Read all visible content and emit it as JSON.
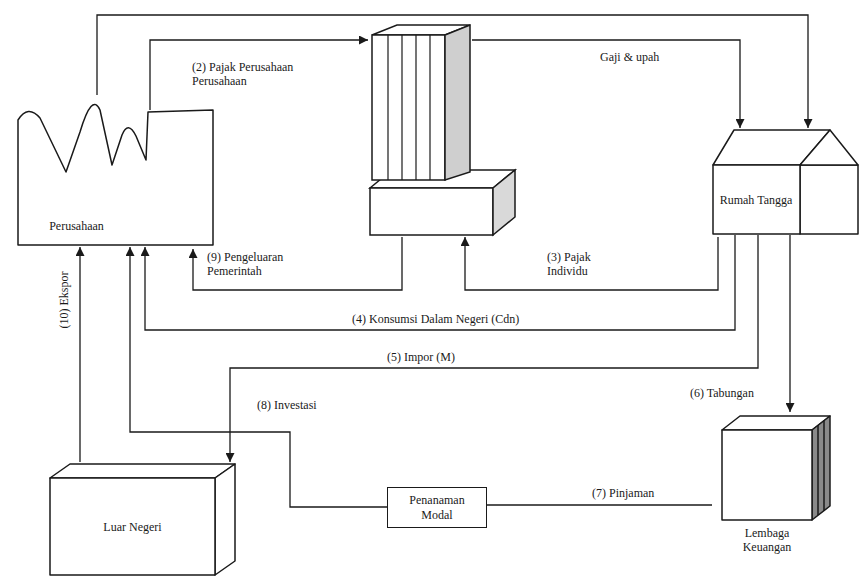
{
  "diagram": {
    "nodes": [
      {
        "text": [
          "Perusahaan"
        ]
      },
      {
        "text": [
          "Rumah Tangga"
        ]
      },
      {
        "text": [
          "Luar Negeri"
        ]
      },
      {
        "text": [
          "Penanaman Modal"
        ]
      },
      {
        "text": [
          "Lembaga Keuangan"
        ]
      }
    ],
    "edges": [
      {
        "from": 0,
        "to": 1,
        "arrow": "to"
      },
      {
        "from": 1,
        "to": 0,
        "label": "(4) Konsumsi Dalam Negeri (Cdn)",
        "arrow": "to"
      },
      {
        "from": 1,
        "to": 2,
        "label": "(5) Impor (M)",
        "arrow": "to"
      },
      {
        "from": 1,
        "to": 4,
        "label": "(6) Tabungan",
        "arrow": "to"
      },
      {
        "from": 4,
        "to": 3,
        "label": "(7) Pinjaman",
        "arrow": "none"
      },
      {
        "from": 3,
        "to": 0,
        "label": "(8) Investasi",
        "arrow": "to"
      },
      {
        "from": 2,
        "to": 0,
        "label": "(10) Ekspor",
        "arrow": "to"
      }
    ],
    "labels": [
      "(2) Pajak Perusahaan Perusahaan",
      "Gaji & upah",
      "(3) Pajak Individu",
      "(9) Pengeluaran Pemerintah"
    ]
  }
}
